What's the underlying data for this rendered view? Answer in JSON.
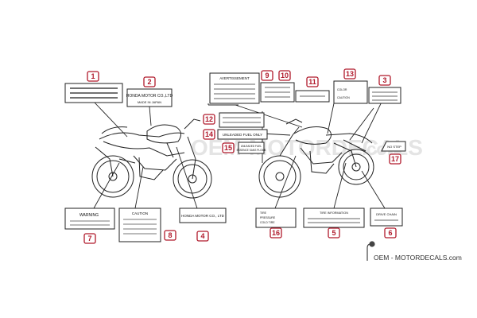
{
  "watermark": {
    "center_text": "OEM-MOTORDECALS",
    "center_suffix": ".com",
    "brand": "OEM - MOTORDECALS.com"
  },
  "colors": {
    "callout": "#b0192b",
    "line": "#222222",
    "watermark": "#e4e4e4"
  },
  "callouts": [
    {
      "n": "1"
    },
    {
      "n": "2"
    },
    {
      "n": "3"
    },
    {
      "n": "4"
    },
    {
      "n": "5"
    },
    {
      "n": "6"
    },
    {
      "n": "7"
    },
    {
      "n": "8"
    },
    {
      "n": "9"
    },
    {
      "n": "10"
    },
    {
      "n": "11"
    },
    {
      "n": "12"
    },
    {
      "n": "13"
    },
    {
      "n": "14"
    },
    {
      "n": "15"
    },
    {
      "n": "16"
    },
    {
      "n": "17"
    }
  ],
  "labels": {
    "label2_line1": "HONDA MOTOR CO.,LTD",
    "label2_line2": "MADE IN JAPAN",
    "label4": "HONDA MOTOR CO., LTD",
    "label7": "WARNING",
    "label8": "CAUTION",
    "label9": "AVERTISSEMENT",
    "label14": "UNLEADED FUEL ONLY",
    "label15_line1": "UNLEADED FUEL",
    "label15_line2": "ESSENCE SANS PLOMB",
    "label6": "DRIVE CHAIN",
    "label13_line1": "COLOR",
    "label13_line2": "CAUTION",
    "label16_line1": "TIRE",
    "label16_line2": "PRESSURE",
    "label16_line3": "COLD TIRE",
    "label5": "TIRE INFORMATION",
    "label17": "NO STEP"
  }
}
